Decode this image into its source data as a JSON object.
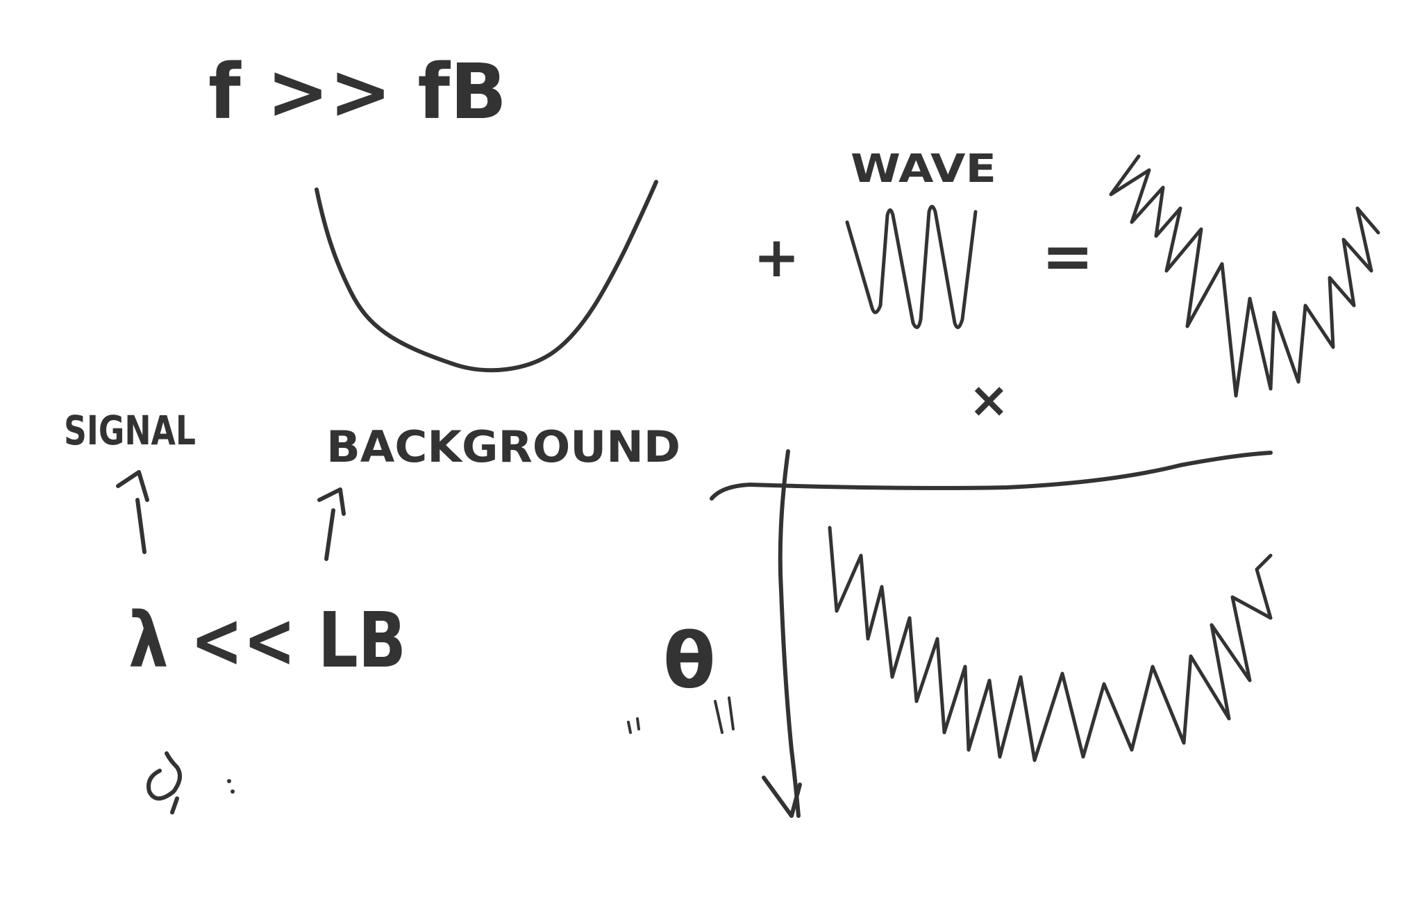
{
  "canvas": {
    "background": "#ffffff",
    "ink_color": "#333333"
  },
  "labels": {
    "top_inequality": "f >> fB",
    "wave_label": "WAVE",
    "signal_label": "SIGNAL",
    "background_label": "BACKGROUND",
    "bottom_inequality": "λ << LB",
    "times_symbol": "×",
    "plus_symbol": "+",
    "equals_symbol": "=",
    "phase_label": "θ"
  },
  "icons": {
    "background_curve": "u-shaped-curve",
    "oscillation": "wave-icon",
    "combined_signal": "wavy-u-curve",
    "axes": "axes-icon",
    "arrow": "arrow-icon"
  }
}
